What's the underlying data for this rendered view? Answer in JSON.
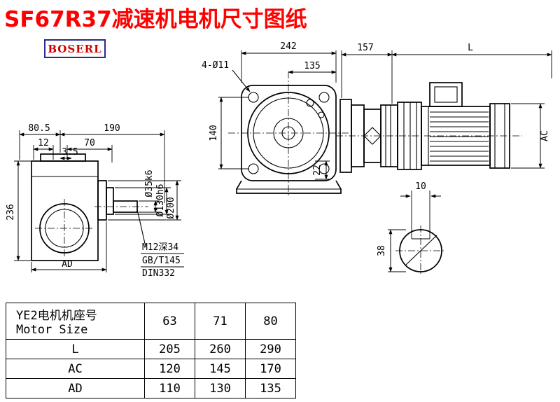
{
  "title": "SF67R37减速机电机尺寸图纸",
  "brand": "BOSERL",
  "side_view": {
    "dim_width_left": "80.5",
    "dim_width_right": "190",
    "dim_12": "12",
    "dim_70": "70",
    "dim_3_5": "3.5",
    "dim_height": "236",
    "dim_ad": "AD",
    "dia_shaft": "Ø35k6",
    "dia_spigot": "Ø130h6",
    "dia_flange": "Ø200",
    "tap_note": "M12深34",
    "std_note1": "GB/T145",
    "std_note2": "DIN332"
  },
  "front_view": {
    "dim_width": "242",
    "dim_135": "135",
    "bolt_holes": "4-Ø11",
    "dim_140": "140",
    "dim_22": "22"
  },
  "motor_view": {
    "dim_157": "157",
    "dim_length": "L",
    "dim_ac": "AC"
  },
  "shaft_section": {
    "dim_key_width": "10",
    "dim_shaft_dia": "38"
  },
  "table": {
    "header_cn": "YE2电机机座号",
    "header_en": "Motor Size",
    "sizes": [
      "63",
      "71",
      "80"
    ],
    "rows": [
      {
        "label": "L",
        "values": [
          "205",
          "260",
          "290"
        ]
      },
      {
        "label": "AC",
        "values": [
          "120",
          "145",
          "170"
        ]
      },
      {
        "label": "AD",
        "values": [
          "110",
          "130",
          "135"
        ]
      }
    ]
  }
}
